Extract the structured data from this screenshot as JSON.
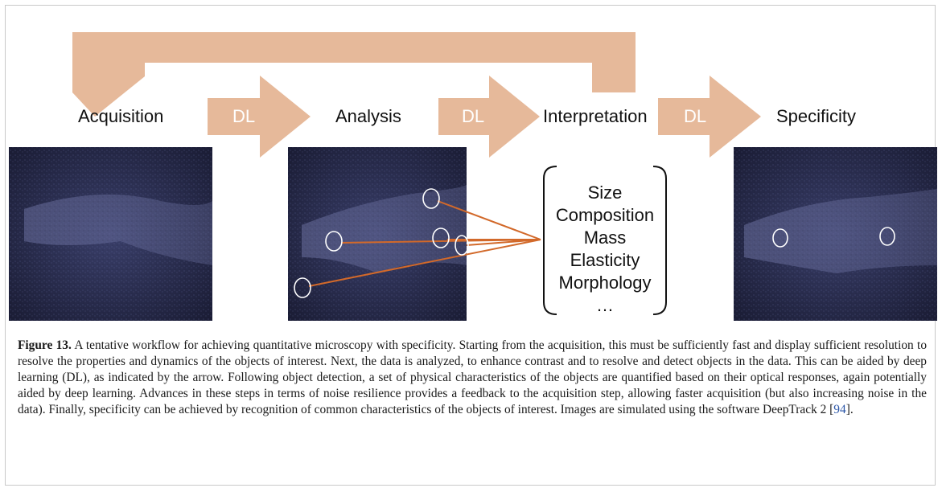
{
  "figure": {
    "stages": [
      "Acquisition",
      "Analysis",
      "Interpretation",
      "Specificity"
    ],
    "dl_labels": [
      "DL",
      "DL",
      "DL"
    ],
    "properties": [
      "Size",
      "Composition",
      "Mass",
      "Elasticity",
      "Morphology",
      "…"
    ],
    "colors": {
      "arrow_fill": "#e6b99a",
      "image_bg": "#1c1f3a",
      "highlight_circle": "#ffffff",
      "pointer_line": "#d2692a"
    }
  },
  "caption": {
    "label": "Figure 13.",
    "text_before_ref": "A tentative workflow for achieving quantitative microscopy with specificity. Starting from the acquisition, this must be sufficiently fast and display sufficient resolution to resolve the properties and dynamics of the objects of interest. Next, the data is analyzed, to enhance contrast and to resolve and detect objects in the data. This can be aided by deep learning (DL), as indicated by the arrow. Following object detection, a set of physical characteristics of the objects are quantified based on their optical responses, again potentially aided by deep learning. Advances in these steps in terms of noise resilience provides a feedback to the acquisition step, allowing faster acquisition (but also increasing noise in the data). Finally, specificity can be achieved by recognition of common characteristics of the objects of interest. Images are simulated using the software DeepTrack 2 [",
    "ref": "94",
    "text_after_ref": "]."
  }
}
